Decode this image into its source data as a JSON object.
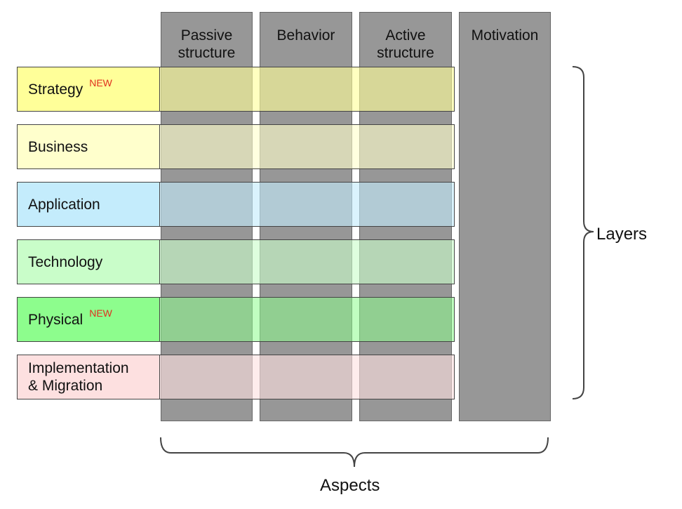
{
  "aspects": [
    {
      "key": "passive",
      "label": "Passive\nstructure"
    },
    {
      "key": "behavior",
      "label": "Behavior"
    },
    {
      "key": "active",
      "label": "Active\nstructure"
    },
    {
      "key": "motivation",
      "label": "Motivation"
    }
  ],
  "layers": [
    {
      "key": "strategy",
      "label": "Strategy",
      "badge": "NEW",
      "color": "#ffff99"
    },
    {
      "key": "business",
      "label": "Business",
      "badge": "",
      "color": "#ffffcc"
    },
    {
      "key": "application",
      "label": "Application",
      "badge": "",
      "color": "#c4ecfc"
    },
    {
      "key": "technology",
      "label": "Technology",
      "badge": "",
      "color": "#c9fdc9"
    },
    {
      "key": "physical",
      "label": "Physical",
      "badge": "NEW",
      "color": "#8dfd8d"
    },
    {
      "key": "implementation",
      "label": "Implementation\n& Migration",
      "badge": "",
      "color": "#fde0e0"
    }
  ],
  "braces": {
    "layers_label": "Layers",
    "aspects_label": "Aspects"
  },
  "colors": {
    "column_fill": "#979797",
    "new_badge": "#e0301e"
  }
}
